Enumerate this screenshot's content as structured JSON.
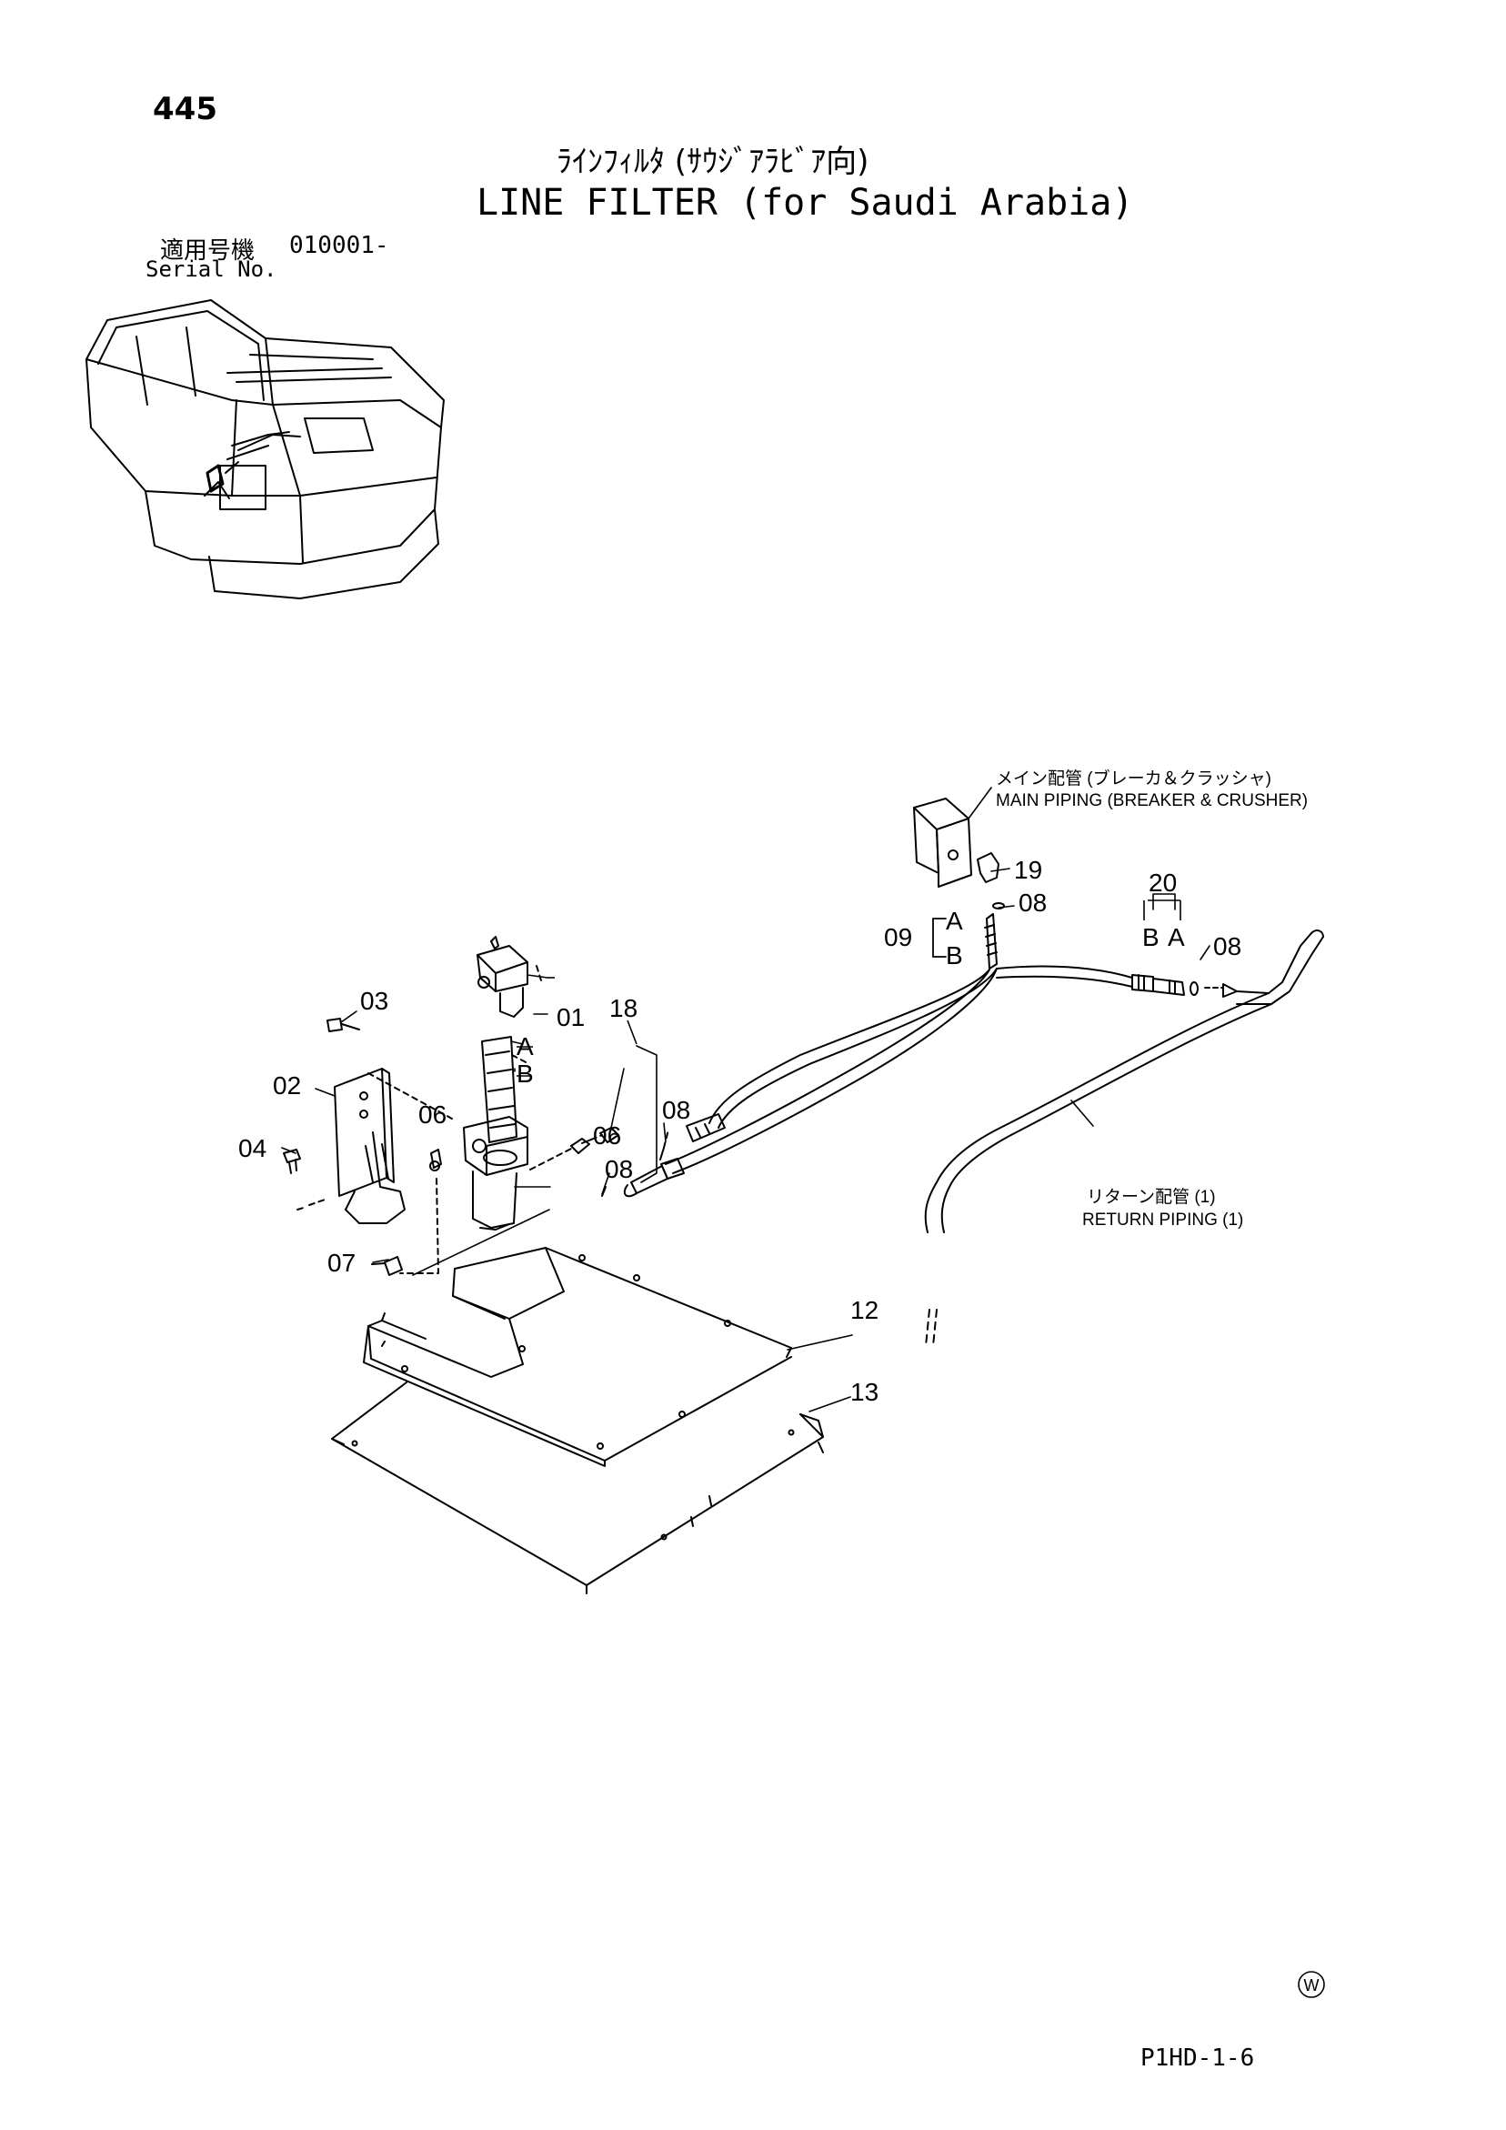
{
  "page": {
    "number": "445",
    "title_jp": "ﾗｲﾝﾌｨﾙﾀ (ｻｳｼﾞｱﾗﾋﾞｱ向)",
    "title_en": "LINE FILTER (for Saudi Arabia)",
    "serial_label_jp": "適用号機",
    "serial_value": "010001-",
    "serial_label_en": "Serial No.",
    "code": "P1HD-1-6",
    "mark": "W"
  },
  "annotations": {
    "main_piping_jp": "メイン配管 (ブレーカ＆クラッシャ)",
    "main_piping_en": "MAIN PIPING (BREAKER & CRUSHER)",
    "return_piping_jp": "リターン配管 (1)",
    "return_piping_en": "RETURN PIPING (1)"
  },
  "callouts": {
    "c01": "01",
    "c02": "02",
    "c03": "03",
    "c04": "04",
    "c06a": "06",
    "c06b": "06",
    "c07": "07",
    "c08a": "08",
    "c08b": "08",
    "c08c": "08",
    "c08d": "08",
    "c09": "09",
    "c12": "12",
    "c13": "13",
    "c18": "18",
    "c19": "19",
    "c20": "20",
    "a1": "A",
    "b1": "B",
    "a2": "A",
    "b2": "B",
    "a3": "A",
    "b3": "B"
  }
}
